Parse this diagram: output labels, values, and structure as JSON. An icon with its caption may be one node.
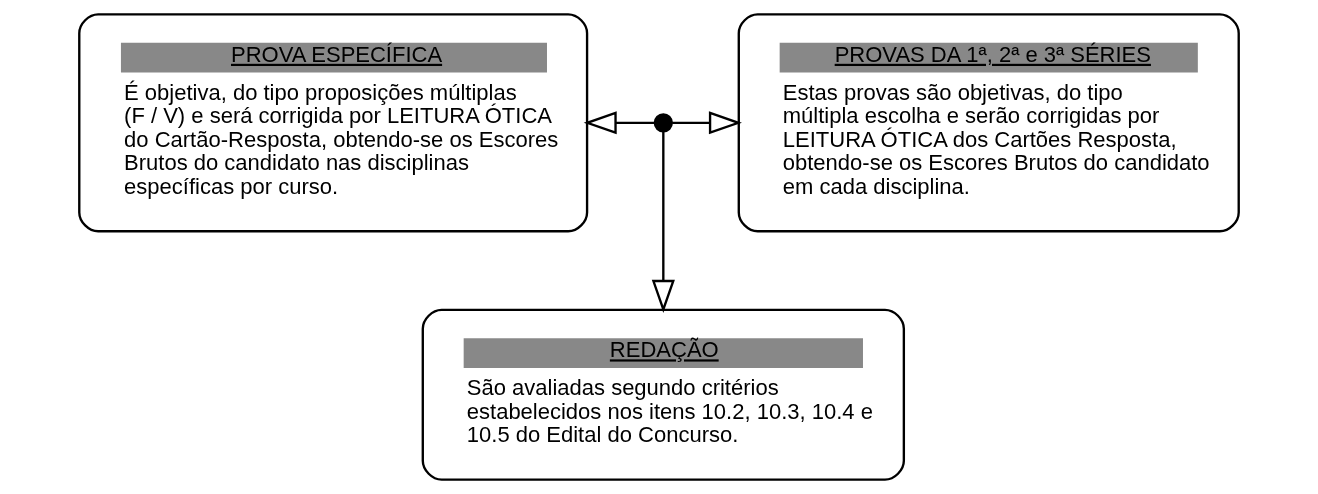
{
  "diagram": {
    "nodes": [
      {
        "text": [
          "PROVA ESPECÍFICA",
          "É objetiva, do tipo proposições múltiplas (F / V) e será corrigida por LEITURA ÓTICA do Cartão-Resposta, obtendo-se os Escores Brutos do candidato nas disciplinas específicas por curso."
        ]
      },
      {
        "text": [
          "PROVAS DA 1ª, 2ª e 3ª SÉRIES",
          "Estas provas são objetivas, do tipo múltipla escolha e serão corrigidas por LEITURA ÓTICA dos Cartões Resposta, obtendo-se os Escores Brutos do candidato em cada disciplina."
        ]
      },
      {
        "text": [
          "REDAÇÃO",
          "São avaliadas segundo critérios estabelecidos nos itens 10.2, 10.3, 10.4 e 10.5 do Edital do Concurso."
        ]
      }
    ],
    "edges": [
      {
        "from": null,
        "to": 0,
        "arrow": "to"
      },
      {
        "from": null,
        "to": 1,
        "arrow": "to"
      },
      {
        "from": null,
        "to": 2,
        "arrow": "to"
      }
    ]
  }
}
